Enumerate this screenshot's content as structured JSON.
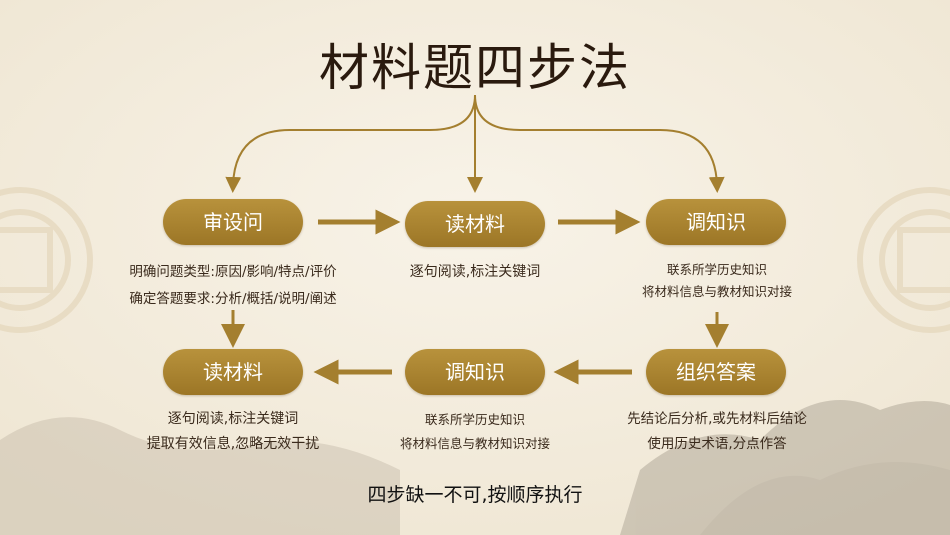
{
  "title": "材料题四步法",
  "accent_color": "#a47f2f",
  "steps_row1": [
    {
      "label": "审设问",
      "lines": [
        "明确问题类型:原因/影响/特点/评价",
        "确定答题要求:分析/概括/说明/阐述"
      ]
    },
    {
      "label": "读材料",
      "lines": [
        "逐句阅读,标注关键词"
      ]
    },
    {
      "label": "调知识",
      "lines": [
        "联系所学历史知识",
        "将材料信息与教材知识对接"
      ]
    }
  ],
  "steps_row2": [
    {
      "label": "读材料",
      "lines": [
        "逐句阅读,标注关键词",
        "提取有效信息,忽略无效干扰"
      ]
    },
    {
      "label": "调知识",
      "lines": [
        "联系所学历史知识",
        "将材料信息与教材知识对接"
      ]
    },
    {
      "label": "组织答案",
      "lines": [
        "先结论后分析,或先材料后结论",
        "使用历史术语,分点作答"
      ]
    }
  ],
  "footer": "四步缺一不可,按顺序执行"
}
